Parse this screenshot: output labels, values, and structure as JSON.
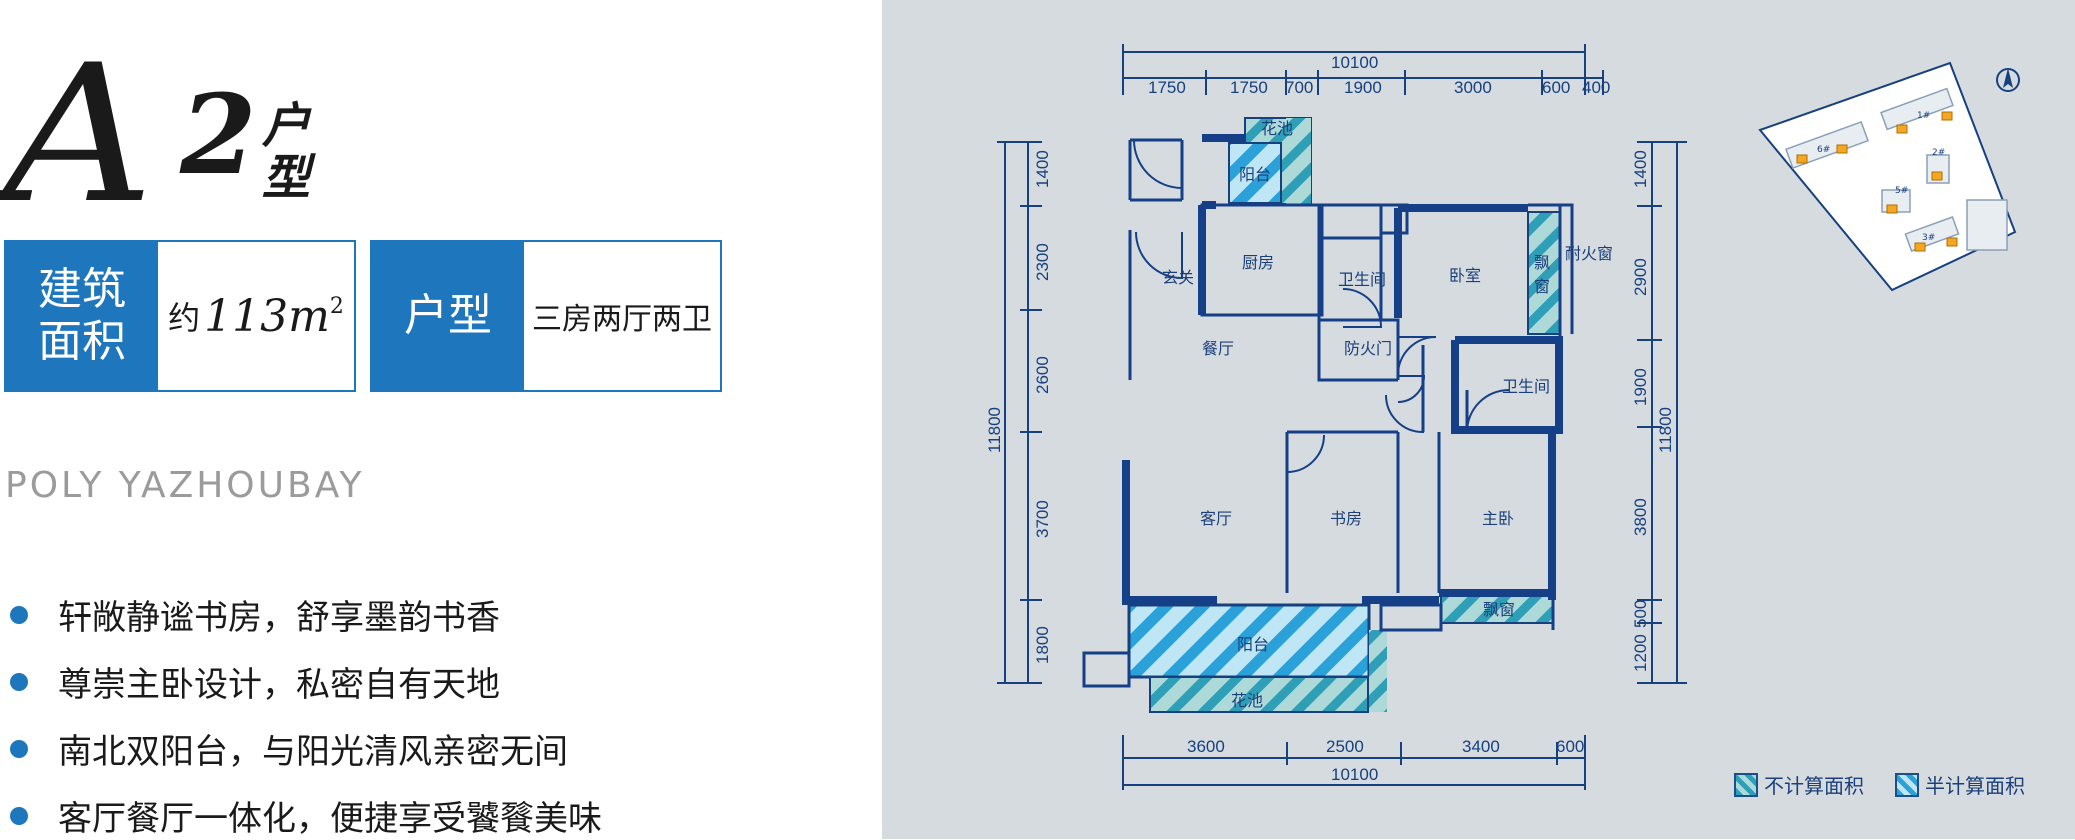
{
  "title": {
    "letter": "A",
    "number": "2",
    "sub1": "户",
    "sub2": "型"
  },
  "info": {
    "area_label_line1": "建筑",
    "area_label_line2": "面积",
    "area_prefix": "约",
    "area_value": "113",
    "area_unit": "m",
    "area_exp": "2",
    "type_label": "户型",
    "type_value": "三房两厅两卫"
  },
  "en_name": "POLY YAZHOUBAY",
  "features": [
    "轩敞静谧书房，舒享墨韵书香",
    "尊崇主卧设计，私密自有天地",
    "南北双阳台，与阳光清风亲密无间",
    "客厅餐厅一体化，便捷享受饕餮美味"
  ],
  "plan": {
    "top_total": "10100",
    "top_dims": [
      "1750",
      "1750",
      "700",
      "1900",
      "3000",
      "600",
      "400"
    ],
    "bottom_total": "10100",
    "bottom_dims": [
      "3600",
      "2500",
      "3400",
      "600"
    ],
    "left_total": "11800",
    "left_dims": [
      "1400",
      "2300",
      "2600",
      "3700",
      "1800"
    ],
    "right_total": "11800",
    "right_dims": [
      "1400",
      "2900",
      "1900",
      "3800",
      "500",
      "1200"
    ],
    "rooms": {
      "garden_top": "花池",
      "balcony_top": "阳台",
      "kitchen": "厨房",
      "entrance": "玄关",
      "bath1": "卫生间",
      "bedroom": "卧室",
      "bay1_a": "飘",
      "bay1_b": "窗",
      "fire_window": "耐火窗",
      "fire_door": "防火门",
      "dining": "餐厅",
      "bath2": "卫生间",
      "living": "客厅",
      "study": "书房",
      "master": "主卧",
      "bay2": "飘窗",
      "balcony_bottom": "阳台",
      "garden_bottom": "花池"
    },
    "site_labels": [
      "6#",
      "1#",
      "2#",
      "5#",
      "3#"
    ]
  },
  "legend": {
    "not_counted": "不计算面积",
    "half_counted": "半计算面积"
  },
  "colors": {
    "accent": "#1e77bd",
    "wall": "#153f86",
    "panel": "#d6dbe0"
  }
}
